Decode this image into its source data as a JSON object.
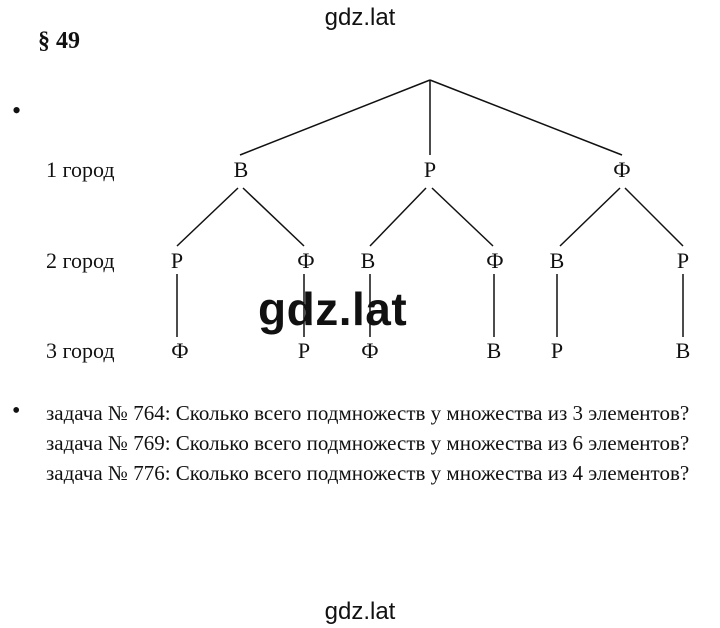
{
  "watermark": {
    "top": "gdz.lat",
    "center": "gdz.lat",
    "bottom": "gdz.lat"
  },
  "section_title": "§ 49",
  "bullet_symbol": "•",
  "tree": {
    "row_labels": [
      "1 город",
      "2 город",
      "3 город"
    ],
    "level1": [
      "В",
      "Р",
      "Ф"
    ],
    "level2": [
      "Р",
      "Ф",
      "В",
      "Ф",
      "В",
      "Р"
    ],
    "level3": [
      "Ф",
      "Р",
      "Ф",
      "В",
      "Р",
      "В"
    ]
  },
  "tasks": [
    "задача № 764: Сколько всего подмножеств у множества из 3 элементов?",
    "задача № 769: Сколько всего подмножеств у множества из 6 элементов?",
    "задача № 776: Сколько всего подмножеств у множества из 4 элементов?"
  ]
}
